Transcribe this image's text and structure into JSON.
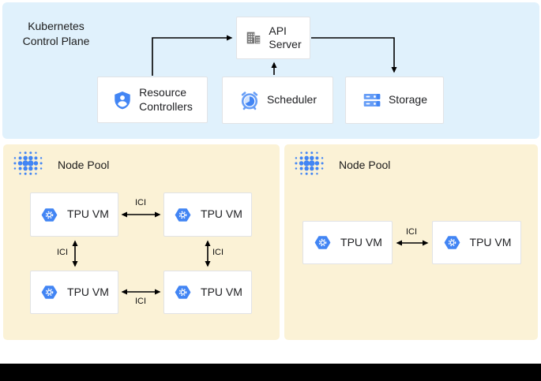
{
  "control_plane": {
    "title": "Kubernetes\nControl Plane",
    "boxes": {
      "api_server": {
        "label": "API\nServer",
        "icon": "building-icon"
      },
      "resource_controllers": {
        "label": "Resource\nControllers",
        "icon": "shield-user-icon"
      },
      "scheduler": {
        "label": "Scheduler",
        "icon": "alarm-clock-icon"
      },
      "storage": {
        "label": "Storage",
        "icon": "storage-disks-icon"
      }
    }
  },
  "node_pools": [
    {
      "label": "Node Pool",
      "icon": "node-pool-dots-icon",
      "vms": [
        "TPU VM",
        "TPU VM",
        "TPU VM",
        "TPU VM"
      ],
      "ici_labels": [
        "ICI",
        "ICI",
        "ICI",
        "ICI"
      ]
    },
    {
      "label": "Node Pool",
      "icon": "node-pool-dots-icon",
      "vms": [
        "TPU VM",
        "TPU VM"
      ],
      "ici_labels": [
        "ICI"
      ]
    }
  ],
  "colors": {
    "control_plane_bg": "#e0f1fc",
    "node_pool_bg": "#fbf2d6",
    "accent_blue": "#4285f4",
    "accent_blue_light": "#669df6",
    "icon_gray": "#757575",
    "box_border": "#e1e3e6",
    "text": "#202124",
    "arrow": "#000000",
    "footer_bar": "#000000"
  }
}
